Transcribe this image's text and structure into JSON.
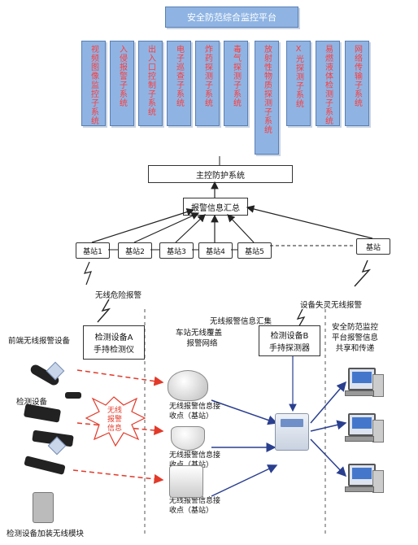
{
  "platform_title": "安全防范综合监控平台",
  "subsystems": [
    "视频图像监控子系统",
    "入侵报警子系统",
    "出入口控制子系统",
    "电子巡查子系统",
    "炸药探测子系统",
    "毒气探测子系统",
    "放射性物质探测子系统",
    "X光探测子系统",
    "易燃液体检测子系统",
    "网络传输子系统"
  ],
  "main_control": "主控防护系统",
  "alarm_summary": "报警信息汇总",
  "stations": [
    "基站1",
    "基站2",
    "基站3",
    "基站4",
    "基站5",
    "基站"
  ],
  "labels": {
    "wireless_danger": "无线危险报警",
    "device_loss_alarm": "设备失灵无线报警",
    "wireless_collect": "无线报警信息汇集",
    "frontend_device": "前端无线报警设备",
    "device_a_line1": "检测设备A",
    "device_a_line2": "手持检测仪",
    "detect_device": "检测设备",
    "coverage_line1": "车站无线覆盖",
    "coverage_line2": "报警网络",
    "device_b_line1": "检测设备B",
    "device_b_line2": "手持探测器",
    "platform_share_1": "安全防范监控",
    "platform_share_2": "平台报警信息",
    "platform_share_3": "共享和传递",
    "wireless_alarm_info_1": "无线",
    "wireless_alarm_info_2": "报警",
    "wireless_alarm_info_3": "信息",
    "receiver_line1": "无线报警信息接",
    "receiver_line2": "收点（基站）",
    "bottom_caption": "检测设备加装无线模块"
  },
  "colors": {
    "subsystem_fill": "#8fb4e3",
    "subsystem_text": "#ff3b3b",
    "red_arrow": "#e23a2a",
    "blue_arrow": "#2a3f8f"
  }
}
